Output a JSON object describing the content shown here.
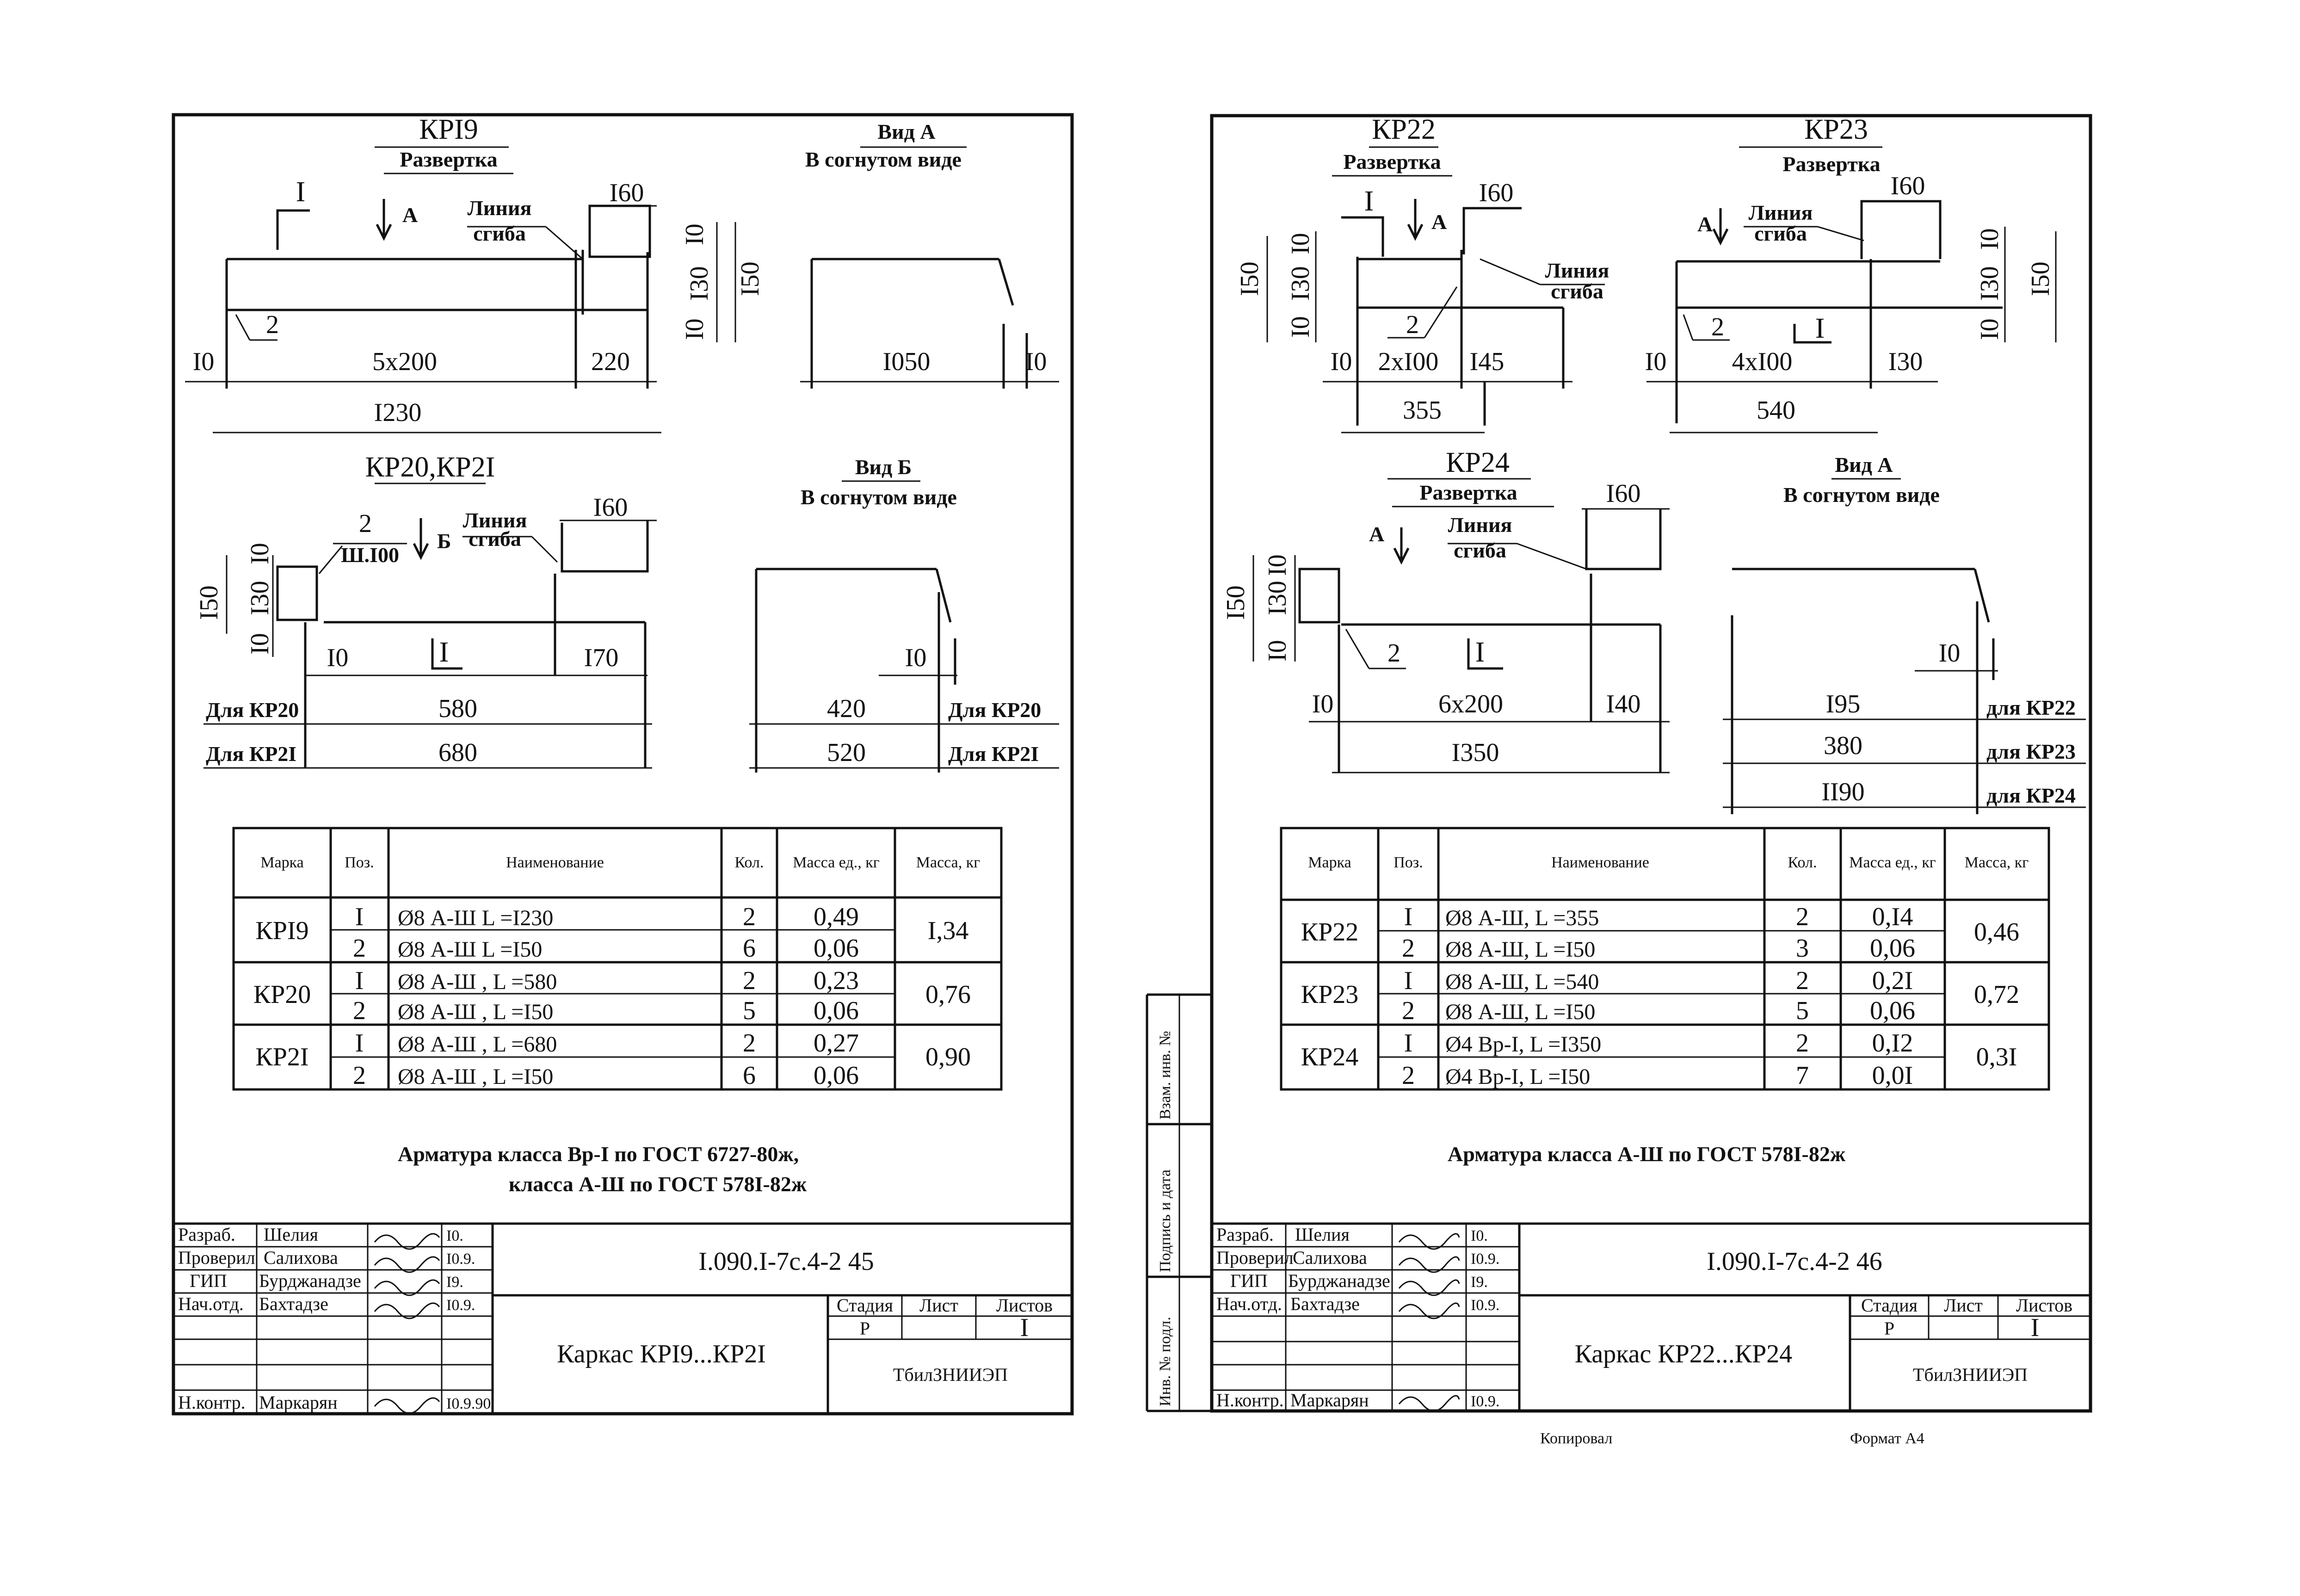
{
  "sheet_left": {
    "drawing_kr19": {
      "mark": "КРI9",
      "subtitle": "Развертка",
      "section_label": "I",
      "view_arrow_label": "A",
      "bend_line_label_1": "Линия",
      "bend_line_label_2": "сгиба",
      "position_label": "2",
      "dim_160": "I60",
      "dim_10_top": "I0",
      "dim_130": "I30",
      "dim_10_bottom": "I0",
      "dim_150": "I50",
      "dim_10_left": "I0",
      "dim_spacing": "5x200",
      "dim_220": "220",
      "dim_total": "I230"
    },
    "view_a": {
      "title": "Вид A",
      "subtitle": "В согнутом виде",
      "dim_length": "I050",
      "dim_end": "I0"
    },
    "drawing_kr20_21": {
      "mark": "КР20,КР2I",
      "position_label": "2",
      "spacing_label": "Ш.I00",
      "view_arrow_label": "Б",
      "bend_line_label_1": "Линия",
      "bend_line_label_2": "сгиба",
      "dim_160": "I60",
      "dim_10_top": "I0",
      "dim_130": "I30",
      "dim_150": "I50",
      "dim_10_bottom": "I0",
      "dim_10_inner": "I0",
      "section_label": "I",
      "dim_170": "I70",
      "for_kr20": "Для КР20",
      "for_kr21": "Для КР2I",
      "length_kr20": "580",
      "length_kr21": "680"
    },
    "view_b": {
      "title": "Вид Б",
      "subtitle": "В согнутом виде",
      "dim_end": "I0",
      "length_kr20": "420",
      "length_kr21": "520",
      "for_kr20": "Для КР20",
      "for_kr21": "Для КР2I"
    },
    "table": {
      "headers": [
        "Марка",
        "Поз.",
        "Наименование",
        "Кол.",
        "Масса ед., кг",
        "Масса, кг"
      ],
      "groups": [
        {
          "mark": "КРI9",
          "mass": "I,34",
          "rows": [
            {
              "pos": "I",
              "name": "Ø8 А-Ш    L =I230",
              "qty": "2",
              "unit_mass": "0,49"
            },
            {
              "pos": "2",
              "name": "Ø8 А-Ш    L =I50",
              "qty": "6",
              "unit_mass": "0,06"
            }
          ]
        },
        {
          "mark": "КР20",
          "mass": "0,76",
          "rows": [
            {
              "pos": "I",
              "name": "Ø8 А-Ш , L =580",
              "qty": "2",
              "unit_mass": "0,23"
            },
            {
              "pos": "2",
              "name": "Ø8 А-Ш , L =I50",
              "qty": "5",
              "unit_mass": "0,06"
            }
          ]
        },
        {
          "mark": "КР2I",
          "mass": "0,90",
          "rows": [
            {
              "pos": "I",
              "name": "Ø8 А-Ш , L =680",
              "qty": "2",
              "unit_mass": "0,27"
            },
            {
              "pos": "2",
              "name": "Ø8 А-Ш , L =I50",
              "qty": "6",
              "unit_mass": "0,06"
            }
          ]
        }
      ]
    },
    "note_line1": "Арматура класса Вр-I по ГОСТ 6727-80ж,",
    "note_line2": "класса А-Ш  по ГОСТ 578I-82ж",
    "title_block": {
      "roles": [
        "Разраб.",
        "Проверил",
        "ГИП",
        "Нач.отд.",
        "Н.контр."
      ],
      "names": [
        "Шелия",
        "Салихова",
        "Бурджанадзе",
        "Бахтадзе",
        "Маркарян"
      ],
      "dates": [
        "I0.",
        "I0.9.",
        "I9.",
        "I0.9.",
        "I0.9.90"
      ],
      "code": "I.090.I-7с.4-2 45",
      "title": "Каркас КРI9...КР2I",
      "stage_label": "Стадия",
      "sheet_label": "Лист",
      "sheets_label": "Листов",
      "stage": "Р",
      "sheets": "I",
      "org": "ТбилЗНИИЭП"
    }
  },
  "sheet_right": {
    "drawing_kr22": {
      "mark": "КР22",
      "subtitle": "Развертка",
      "section_label": "I",
      "view_arrow_label": "A",
      "dim_160": "I60",
      "bend_line_label_1": "Линия",
      "bend_line_label_2": "сгиба",
      "dim_10_top": "I0",
      "dim_130": "I30",
      "dim_150": "I50",
      "dim_10_bottom": "I0",
      "position_label": "2",
      "dim_10_left": "I0",
      "dim_spacing": "2xI00",
      "dim_145": "I45",
      "dim_total": "355"
    },
    "drawing_kr23": {
      "mark": "КР23",
      "subtitle": "Развертка",
      "view_arrow_label": "A",
      "bend_line_label_1": "Линия",
      "bend_line_label_2": "сгиба",
      "dim_160": "I60",
      "dim_10_top": "I0",
      "dim_130": "I30",
      "dim_150": "I50",
      "dim_10_bottom": "I0",
      "position_label": "2",
      "section_label": "I",
      "dim_10_left": "I0",
      "dim_spacing": "4xI00",
      "dim_130_end": "I30",
      "dim_total": "540"
    },
    "drawing_kr24": {
      "mark": "КР24",
      "subtitle": "Развертка",
      "dim_160": "I60",
      "view_arrow_label": "A",
      "bend_line_label_1": "Линия",
      "bend_line_label_2": "сгиба",
      "dim_10_top": "I0",
      "dim_130": "I30",
      "dim_150": "I50",
      "dim_10_bottom": "I0",
      "position_label": "2",
      "section_label": "I",
      "dim_10_left": "I0",
      "dim_spacing": "6x200",
      "dim_140": "I40",
      "dim_total": "I350"
    },
    "view_a": {
      "title": "Вид A",
      "subtitle": "В согнутом виде",
      "dim_end": "I0",
      "length_kr22": "I95",
      "length_kr23": "380",
      "length_kr24": "II90",
      "for_kr22": "для КР22",
      "for_kr23": "для КР23",
      "for_kr24": "для КР24"
    },
    "table": {
      "headers": [
        "Марка",
        "Поз.",
        "Наименование",
        "Кол.",
        "Масса ед., кг",
        "Масса, кг"
      ],
      "groups": [
        {
          "mark": "КР22",
          "mass": "0,46",
          "rows": [
            {
              "pos": "I",
              "name": "Ø8 А-Ш,  L =355",
              "qty": "2",
              "unit_mass": "0,I4"
            },
            {
              "pos": "2",
              "name": "Ø8 А-Ш,  L =I50",
              "qty": "3",
              "unit_mass": "0,06"
            }
          ]
        },
        {
          "mark": "КР23",
          "mass": "0,72",
          "rows": [
            {
              "pos": "I",
              "name": "Ø8 А-Ш,  L =540",
              "qty": "2",
              "unit_mass": "0,2I"
            },
            {
              "pos": "2",
              "name": "Ø8 А-Ш,  L =I50",
              "qty": "5",
              "unit_mass": "0,06"
            }
          ]
        },
        {
          "mark": "КР24",
          "mass": "0,3I",
          "rows": [
            {
              "pos": "I",
              "name": "Ø4 Вр-I,  L =I350",
              "qty": "2",
              "unit_mass": "0,I2"
            },
            {
              "pos": "2",
              "name": "Ø4 Вр-I,  L =I50",
              "qty": "7",
              "unit_mass": "0,0I"
            }
          ]
        }
      ]
    },
    "note_line1": "Арматура класса  А-Ш по ГОСТ 578I-82ж",
    "side_stamp": [
      "Взам. инв. №",
      "Подпись и дата",
      "Инв. № подл."
    ],
    "title_block": {
      "roles": [
        "Разраб.",
        "Проверил",
        "ГИП",
        "Нач.отд.",
        "Н.контр."
      ],
      "names": [
        "Шелия",
        "Салихова",
        "Бурджанадзе",
        "Бахтадзе",
        "Маркарян"
      ],
      "dates": [
        "I0.",
        "I0.9.",
        "I9.",
        "I0.9.",
        "I0.9."
      ],
      "code": "I.090.I-7с.4-2 46",
      "title": "Каркас КР22...КР24",
      "stage_label": "Стадия",
      "sheet_label": "Лист",
      "sheets_label": "Листов",
      "stage": "Р",
      "sheets": "I",
      "org": "ТбилЗНИИЭП"
    },
    "footer_copied": "Копировал",
    "footer_format": "Формат А4"
  }
}
